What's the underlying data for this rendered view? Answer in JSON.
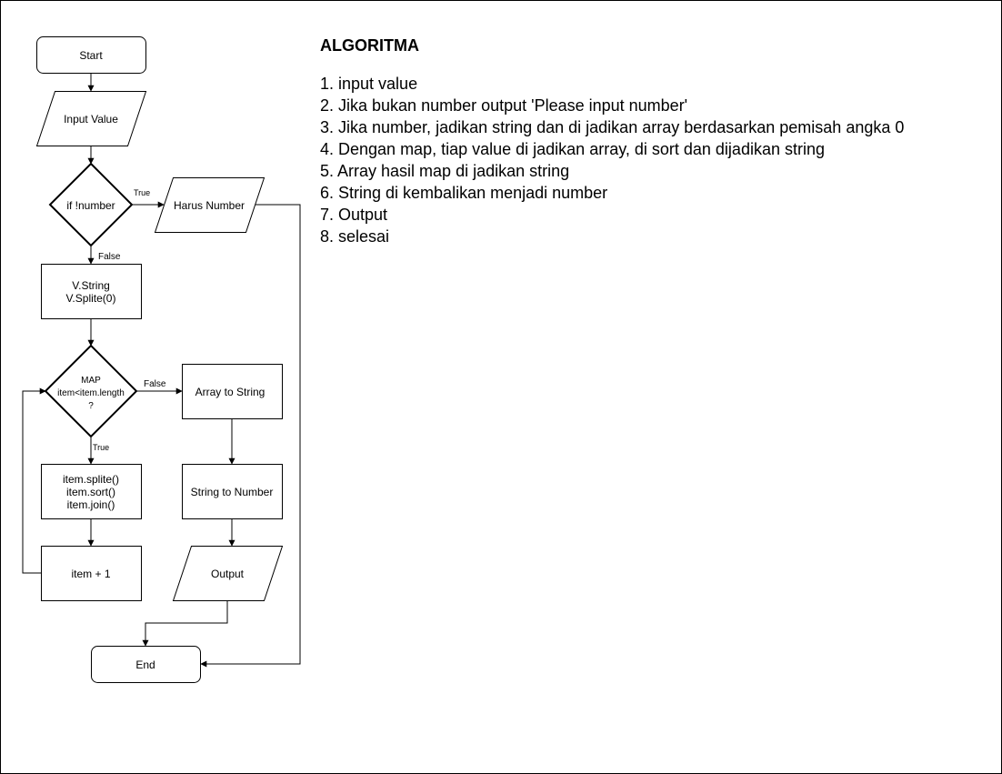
{
  "colors": {
    "stroke": "#000000",
    "background": "#ffffff",
    "text": "#000000"
  },
  "flowchart": {
    "start": "Start",
    "input": "Input Value",
    "decision_number": "if !number",
    "label_true_1": "True",
    "harus_number": "Harus Number",
    "label_false_1": "False",
    "process_string_line1": "V.String",
    "process_string_line2": "V.Splite(0)",
    "decision_map_line1": "MAP",
    "decision_map_line2": "item<item.length",
    "decision_map_line3": "?",
    "label_false_2": "False",
    "array_to_string": "Array to String",
    "label_true_2": "True",
    "item_ops_line1": "item.splite()",
    "item_ops_line2": "item.sort()",
    "item_ops_line3": "item.join()",
    "string_to_number": "String to Number",
    "item_increment": "item + 1",
    "output": "Output",
    "end": "End"
  },
  "algorithm": {
    "title": "ALGORITMA",
    "steps": [
      "1. input value",
      "2. Jika bukan number output 'Please input number'",
      "3. Jika number, jadikan string dan di jadikan array berdasarkan pemisah angka 0",
      "4. Dengan map, tiap value di jadikan array, di sort dan dijadikan string",
      "5. Array hasil map di jadikan string",
      "6. String di kembalikan menjadi number",
      "7. Output",
      "8. selesai"
    ]
  }
}
